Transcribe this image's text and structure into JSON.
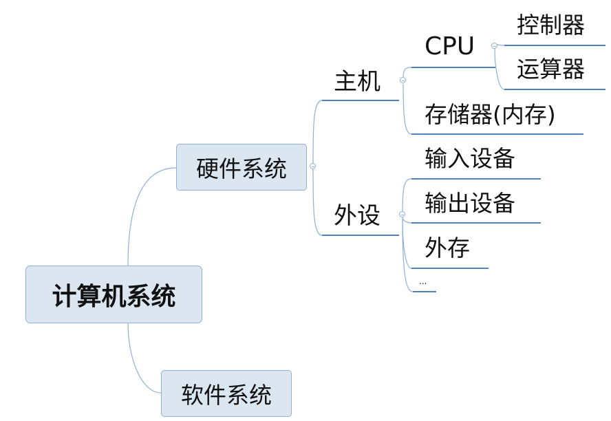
{
  "colors": {
    "box_fill": "#dce6f1",
    "box_border": "#8eb0d8",
    "line": "#8eb0d8",
    "underline": "#4f81bd",
    "text": "#111111"
  },
  "icons": {
    "collapse": "minus-circle-icon"
  },
  "root": {
    "label": "计算机系统"
  },
  "hardware": {
    "label": "硬件系统"
  },
  "software": {
    "label": "软件系统"
  },
  "host": {
    "label": "主机"
  },
  "peripheral": {
    "label": "外设"
  },
  "cpu": {
    "label": "CPU"
  },
  "memory": {
    "label": "存储器(内存)"
  },
  "controller": {
    "label": "控制器"
  },
  "alu": {
    "label": "运算器"
  },
  "input_device": {
    "label": "输入设备"
  },
  "output_device": {
    "label": "输出设备"
  },
  "external_storage": {
    "label": "外存"
  },
  "more": {
    "label": "..."
  }
}
